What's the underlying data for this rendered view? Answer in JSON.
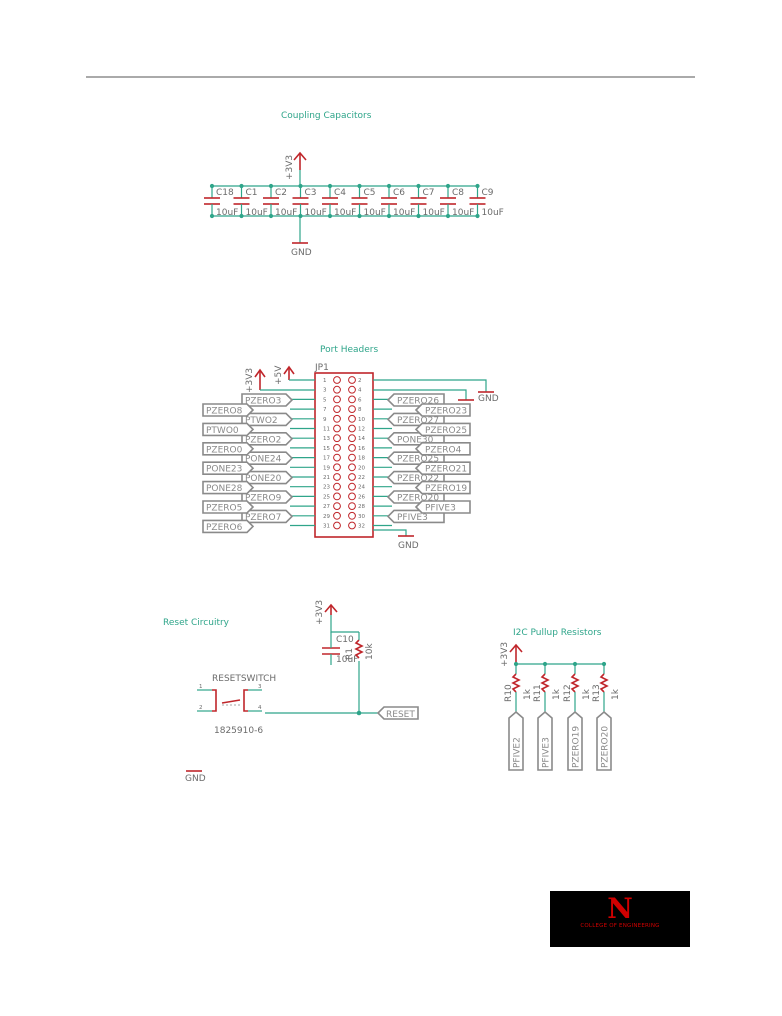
{
  "sections": {
    "coupling": "Coupling Capacitors",
    "headers": "Port Headers",
    "reset": "Reset Circuitry",
    "i2c": "I2C Pullup Resistors"
  },
  "power": {
    "v33": "+3V3",
    "v5": "+5V",
    "gnd": "GND",
    "gnd_short": "GN"
  },
  "capacitors": [
    {
      "name": "C18",
      "value": "10uF"
    },
    {
      "name": "C1",
      "value": "10uF"
    },
    {
      "name": "C2",
      "value": "10uF"
    },
    {
      "name": "C3",
      "value": "10uF"
    },
    {
      "name": "C4",
      "value": "10uF"
    },
    {
      "name": "C5",
      "value": "10uF"
    },
    {
      "name": "C6",
      "value": "10uF"
    },
    {
      "name": "C7",
      "value": "10uF"
    },
    {
      "name": "C8",
      "value": "10uF"
    },
    {
      "name": "C9",
      "value": "10uF"
    }
  ],
  "header": {
    "ref": "JP1",
    "pins_left": [
      "1",
      "3",
      "5",
      "7",
      "9",
      "11",
      "13",
      "15",
      "17",
      "19",
      "21",
      "23",
      "25",
      "27",
      "29",
      "31"
    ],
    "pins_right": [
      "2",
      "4",
      "6",
      "8",
      "10",
      "12",
      "14",
      "16",
      "18",
      "20",
      "22",
      "24",
      "26",
      "28",
      "30",
      "32"
    ]
  },
  "ports_left_inner": [
    "PZERO3",
    "PTWO2",
    "PZERO2",
    "PONE24",
    "PONE20",
    "PZERO9",
    "PZERO7"
  ],
  "ports_left_outer": [
    "PZERO8",
    "PTWO0",
    "PZERO0",
    "PONE23",
    "PONE28",
    "PZERO5",
    "PZERO6"
  ],
  "ports_right_inner": [
    "PZERO26",
    "PZERO27",
    "PONE30",
    "PZERO25",
    "PZERO22",
    "PZERO20",
    "PFIVE3"
  ],
  "ports_right_outer": [
    "PZERO23",
    "PZERO25",
    "PZERO4",
    "PZERO21",
    "PZERO19",
    "PFIVE3"
  ],
  "reset": {
    "switch": "RESETSWITCH",
    "part": "1825910-6",
    "pins": [
      "1",
      "3",
      "2",
      "4"
    ],
    "cap_name": "C10",
    "cap_value": "10uF",
    "res_name": "R1",
    "res_value": "10k",
    "net": "RESET"
  },
  "pullups": [
    {
      "name": "R10",
      "value": "1k",
      "net": "PFIVE2"
    },
    {
      "name": "R11",
      "value": "1k",
      "net": "PFIVE3"
    },
    {
      "name": "R12",
      "value": "1k",
      "net": "PZERO19"
    },
    {
      "name": "R13",
      "value": "1k",
      "net": "PZERO20"
    }
  ],
  "logo": {
    "mark": "N",
    "subtitle": "COLLEGE OF ENGINEERING"
  }
}
